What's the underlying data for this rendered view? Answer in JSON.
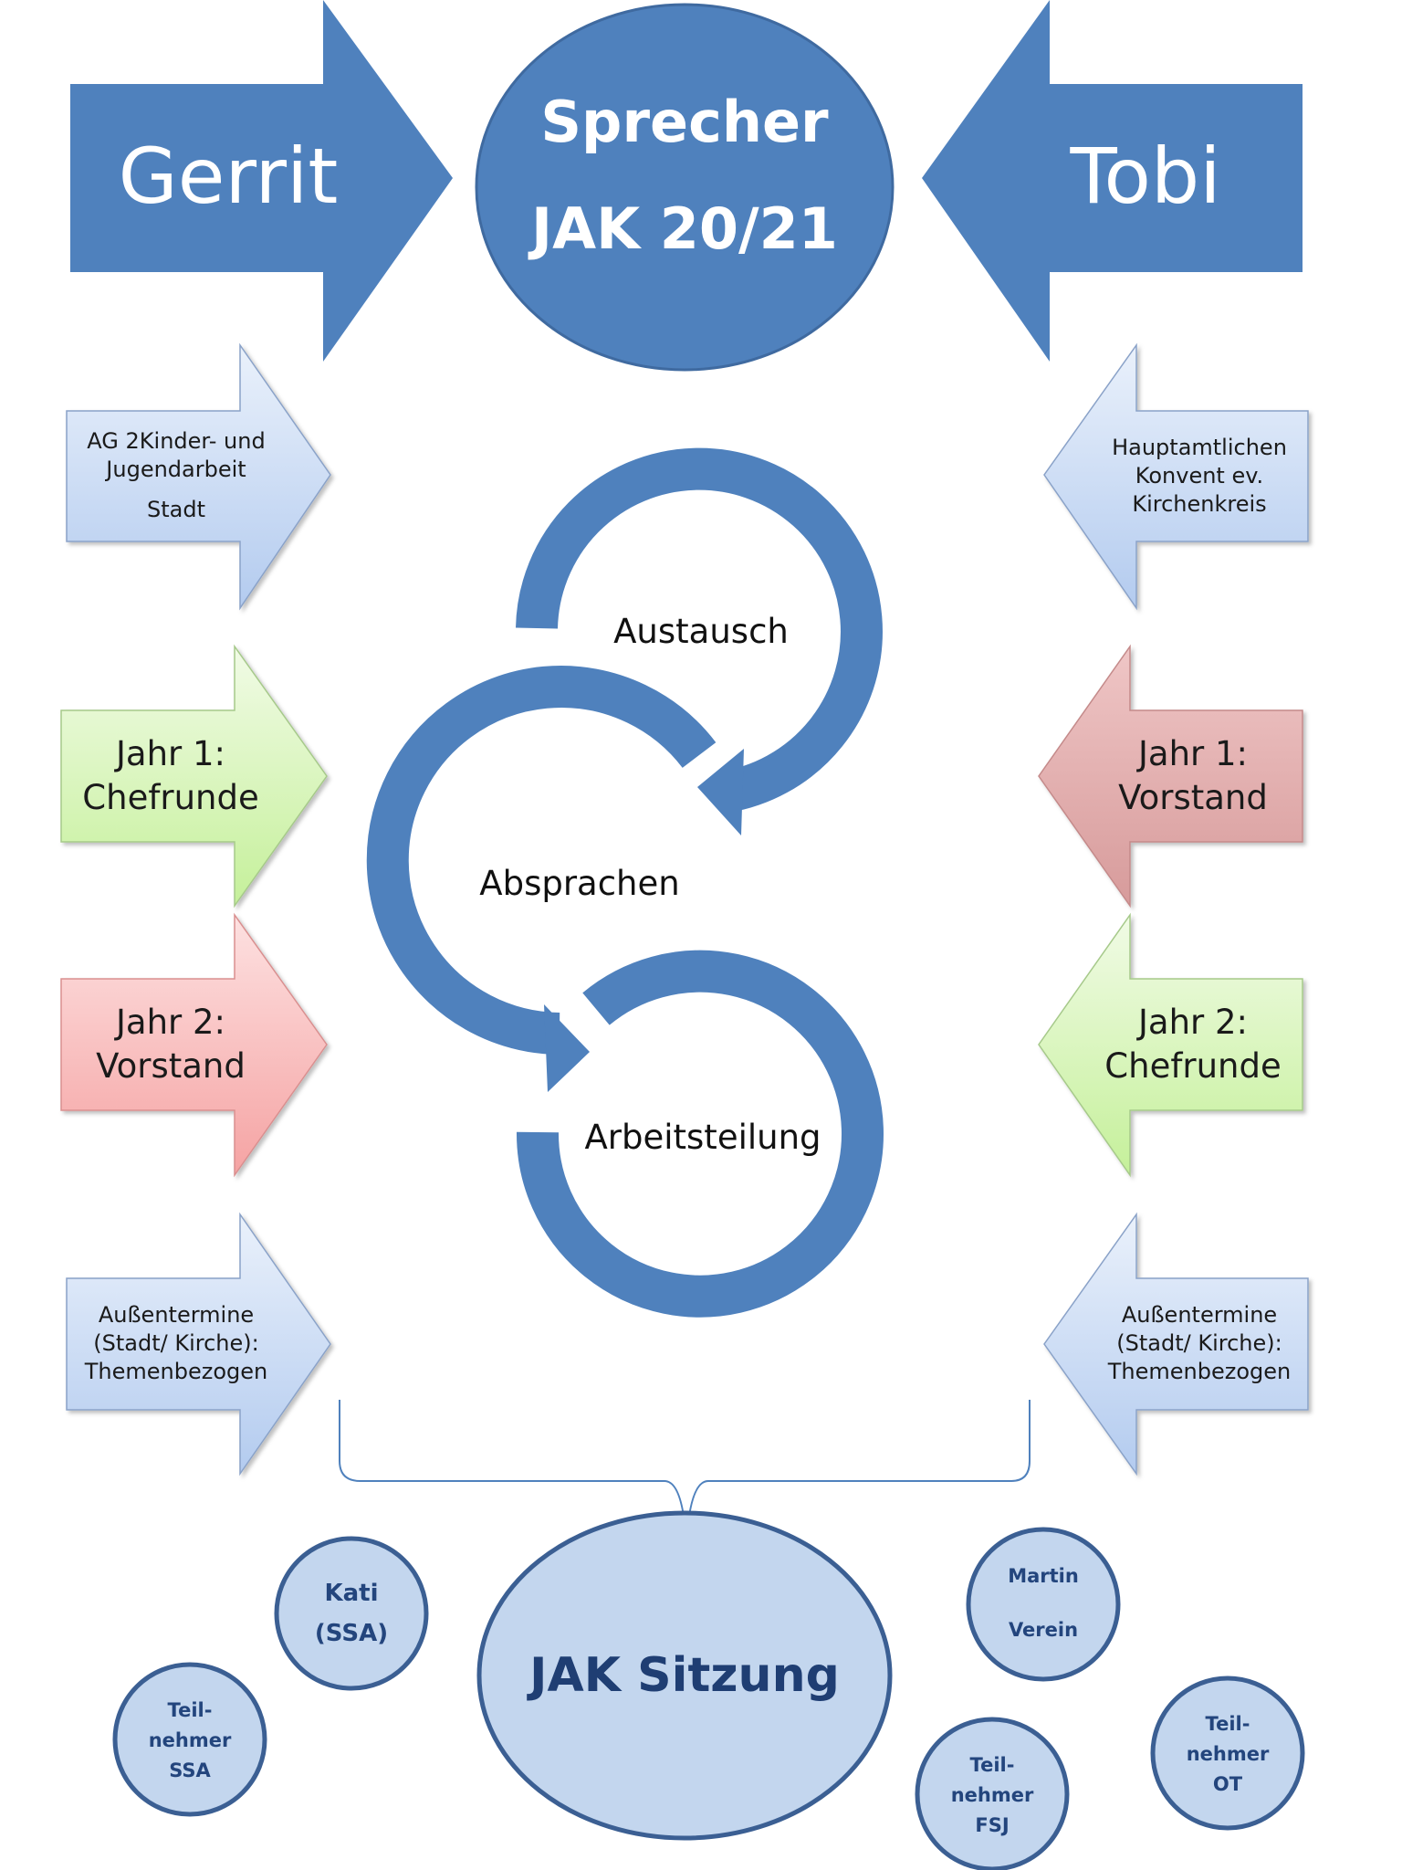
{
  "colors": {
    "primary_blue": "#4f81bd",
    "light_blue": "#c5d9f1",
    "light_green": "#d7f5b5",
    "light_red": "#f5b8b8",
    "dusty_red": "#e0a9a9",
    "bubble_border": "#3b5f93",
    "bubble_fill": "#c3d6ee"
  },
  "top": {
    "left_arrow_label": "Gerrit",
    "right_arrow_label": "Tobi",
    "center_line1": "Sprecher",
    "center_line2": "JAK 20/21"
  },
  "left_arrows": [
    {
      "lines": [
        "AG 2Kinder- und",
        "Jugendarbeit",
        "Stadt"
      ],
      "fill": "light_blue"
    },
    {
      "lines": [
        "Jahr 1:",
        "Chefrunde"
      ],
      "fill": "light_green"
    },
    {
      "lines": [
        "Jahr 2:",
        "Vorstand"
      ],
      "fill": "light_red"
    },
    {
      "lines": [
        "Außentermine",
        "(Stadt/ Kirche):",
        "Themenbezogen"
      ],
      "fill": "light_blue"
    }
  ],
  "right_arrows": [
    {
      "lines": [
        "Hauptamtlichen",
        "Konvent ev.",
        "Kirchenkreis"
      ],
      "fill": "light_blue"
    },
    {
      "lines": [
        "Jahr 1:",
        "Vorstand"
      ],
      "fill": "dusty_red"
    },
    {
      "lines": [
        "Jahr 2:",
        "Chefrunde"
      ],
      "fill": "light_green"
    },
    {
      "lines": [
        "Außentermine",
        "(Stadt/ Kirche):",
        "Themenbezogen"
      ],
      "fill": "light_blue"
    }
  ],
  "cycle": {
    "step1": "Austausch",
    "step2": "Absprachen",
    "step3": "Arbeitsteilung"
  },
  "meeting": {
    "label": "JAK Sitzung"
  },
  "bubbles": [
    {
      "lines": [
        "Kati",
        "(SSA)"
      ]
    },
    {
      "lines": [
        "Teil-",
        "nehmer",
        "SSA"
      ]
    },
    {
      "lines": [
        "Martin",
        "",
        "Verein"
      ]
    },
    {
      "lines": [
        "Teil-",
        "nehmer",
        "FSJ"
      ]
    },
    {
      "lines": [
        "Teil-",
        "nehmer",
        "OT"
      ]
    }
  ]
}
